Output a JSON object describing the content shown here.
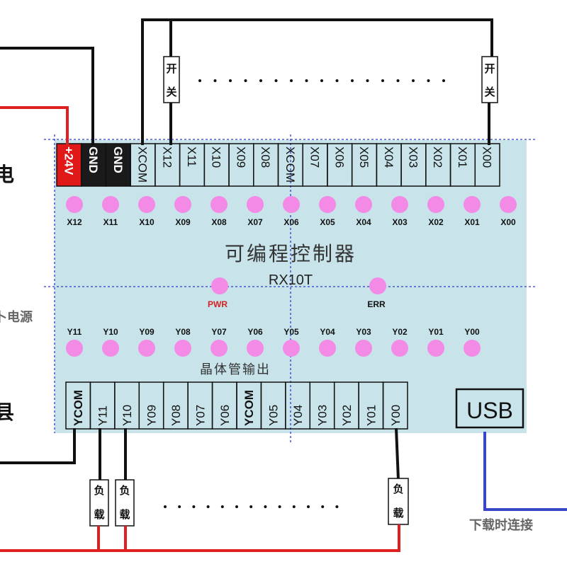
{
  "board": {
    "title": "可编程控制器",
    "model": "RX10T",
    "output_type": "晶体管输出",
    "usb_label": "USB",
    "pwr_label": "PWR",
    "err_label": "ERR"
  },
  "input_terminals": [
    "+24V",
    "GND",
    "GND",
    "XCOM",
    "X12",
    "X11",
    "X10",
    "X09",
    "X08",
    "XCOM",
    "X07",
    "X06",
    "X05",
    "X04",
    "X03",
    "X02",
    "X01",
    "X00"
  ],
  "input_leds": [
    "X12",
    "X11",
    "X10",
    "X09",
    "X08",
    "X07",
    "X06",
    "X05",
    "X04",
    "X03",
    "X02",
    "X01",
    "X00"
  ],
  "output_leds": [
    "Y11",
    "Y10",
    "Y09",
    "Y08",
    "Y07",
    "Y06",
    "Y05",
    "Y04",
    "Y03",
    "Y02",
    "Y01",
    "Y00"
  ],
  "output_terminals": [
    "YCOM",
    "Y11",
    "Y10",
    "Y09",
    "Y08",
    "Y07",
    "Y06",
    "YCOM",
    "Y05",
    "Y04",
    "Y03",
    "Y02",
    "Y01",
    "Y00"
  ],
  "switch_label": [
    "开",
    "关"
  ],
  "load_label": [
    "负",
    "载"
  ],
  "side_labels": {
    "left_top": "电",
    "left_mid": "卜电源",
    "left_bottom": "县",
    "usb_note": "下载时连接"
  },
  "colors": {
    "board": "#c8e4ea",
    "led": "#f28ae6",
    "pwr_text": "#d42020",
    "power_terminal": "#e01818",
    "gnd_terminal": "#1a1a1a",
    "wire_red": "#e02020",
    "wire_black": "#111111",
    "wire_blue": "#3a46c8",
    "divider": "#2a3cd0"
  }
}
